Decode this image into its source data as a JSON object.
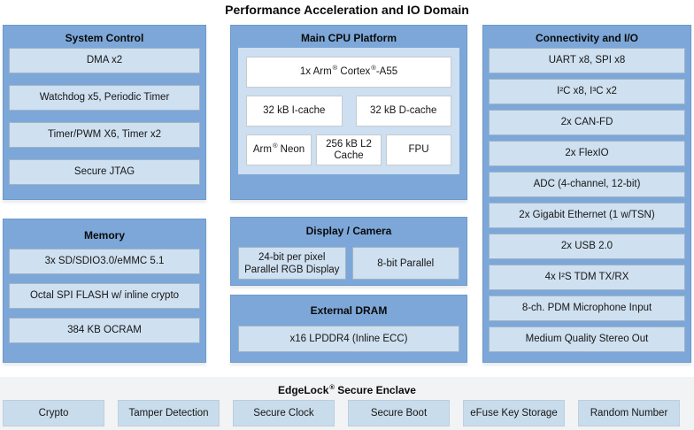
{
  "title": "Performance Acceleration and IO Domain",
  "sections": {
    "system_control": {
      "header": "System Control",
      "items": [
        "DMA x2",
        "Watchdog x5, Periodic Timer",
        "Timer/PWM X6, Timer x2",
        "Secure JTAG"
      ]
    },
    "memory": {
      "header": "Memory",
      "items": [
        "3x SD/SDIO3.0/eMMC 5.1",
        "Octal SPI FLASH w/ inline crypto",
        "384 KB OCRAM"
      ]
    },
    "main_cpu": {
      "header": "Main CPU Platform",
      "cpu_core": {
        "t1": "1x Arm",
        "r1": "®",
        "t2": " Cortex",
        "r2": "®",
        "t3": "-A55"
      },
      "caches": [
        "32 kB I-cache",
        "32 kB D-cache"
      ],
      "neon": {
        "t1": "Arm",
        "r1": "®",
        "t2": " Neon"
      },
      "l2_cache": "256 kB L2 Cache",
      "fpu": "FPU"
    },
    "display_camera": {
      "header": "Display / Camera",
      "items": [
        "24-bit per pixel Parallel RGB Display",
        "8-bit Parallel"
      ]
    },
    "external_dram": {
      "header": "External DRAM",
      "items": [
        "x16 LPDDR4 (Inline ECC)"
      ]
    },
    "connectivity": {
      "header": "Connectivity and I/O",
      "items": [
        "UART x8, SPI x8",
        "I²C x8, I³C x2",
        "2x CAN-FD",
        "2x FlexIO",
        "ADC (4-channel, 12-bit)",
        "2x Gigabit Ethernet (1 w/TSN)",
        "2x USB 2.0",
        "4x I²S TDM TX/RX",
        "8-ch. PDM Microphone Input",
        "Medium Quality Stereo Out"
      ]
    }
  },
  "secure_enclave": {
    "header": {
      "t1": "EdgeLock",
      "r1": "®",
      "t2": " Secure Enclave"
    },
    "items": [
      "Crypto",
      "Tamper Detection",
      "Secure Clock",
      "Secure Boot",
      "eFuse Key Storage",
      "Random Number"
    ]
  },
  "colors": {
    "box_blue": "#7CA7D8",
    "item_blue": "#CFE0F0",
    "panel_blue": "#CDDFF0",
    "bar_gray": "#F1F3F5",
    "white_box": "#FFFFFF"
  }
}
